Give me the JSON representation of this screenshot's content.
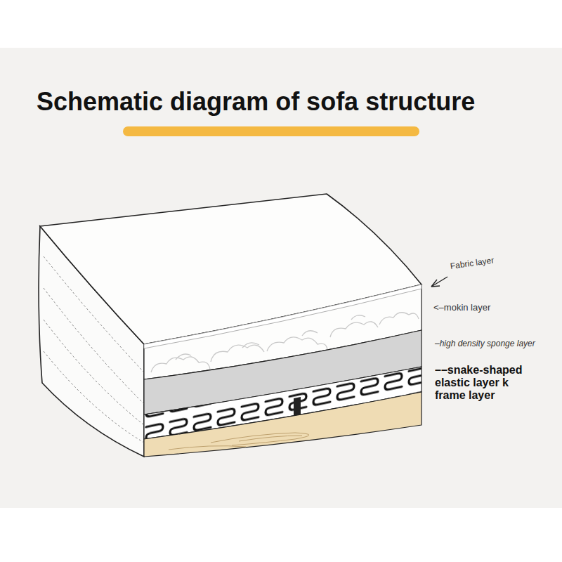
{
  "diagram": {
    "title": "Schematic diagram of sofa structure",
    "labels": [
      "Fabric layer",
      "<–mokin layer",
      "–high density sponge layer",
      "––snake-shaped elastic layer k frame layer"
    ]
  }
}
